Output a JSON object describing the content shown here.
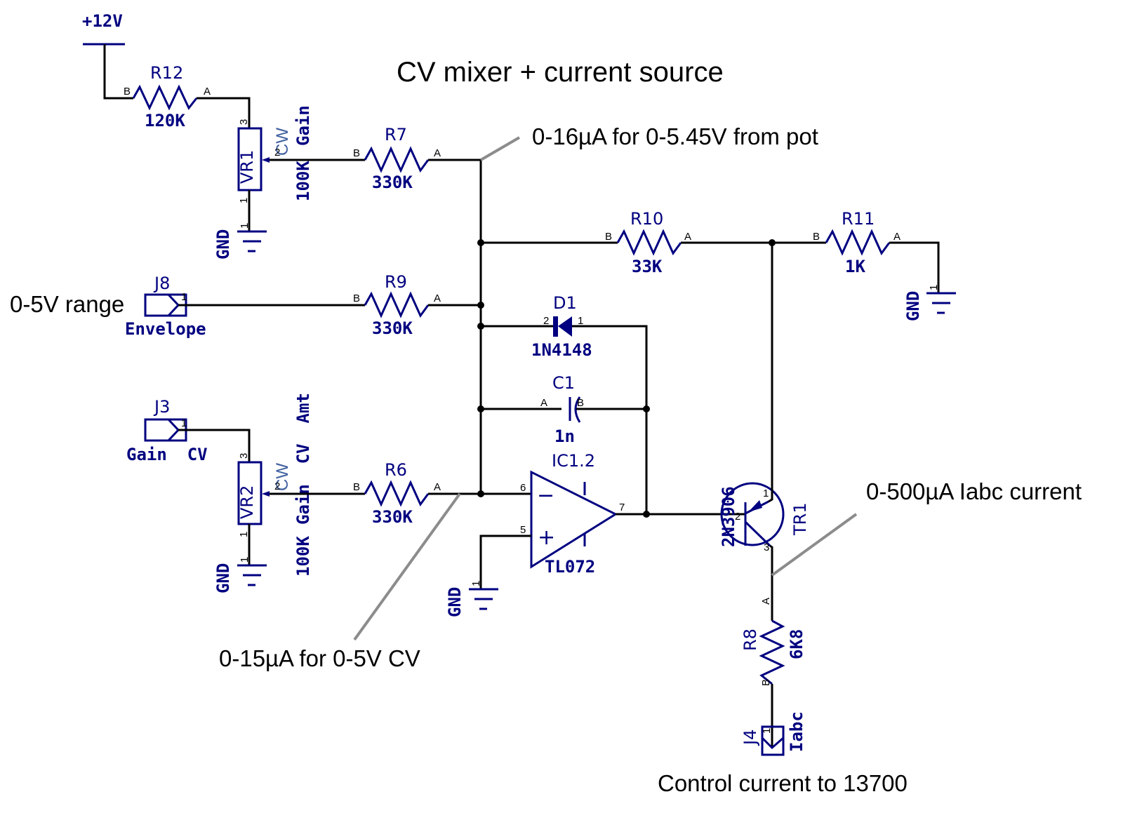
{
  "title": "CV mixer + current source",
  "colors": {
    "wire": "#000000",
    "component": "#000080",
    "leader": "#8c8c8c",
    "background": "#ffffff"
  },
  "annotations": {
    "pot_current": "0-16µA for 0-5.45V from pot",
    "envelope_range": "0-5V range",
    "cv_current": "0-15µA for 0-5V CV",
    "iabc_current": "0-500µA Iabc current",
    "control_current": "Control current to 13700"
  },
  "power": {
    "vcc_label": "+12V",
    "gnd_label": "GND"
  },
  "components": {
    "R12": {
      "ref": "R12",
      "value": "120K",
      "pin_b": "B",
      "pin_a": "A"
    },
    "VR1": {
      "ref": "VR1",
      "value": "100K",
      "function": "Gain",
      "cw": "CW",
      "pin1": "1",
      "pin2": "2",
      "pin3": "3"
    },
    "R7": {
      "ref": "R7",
      "value": "330K",
      "pin_b": "B",
      "pin_a": "A"
    },
    "R10": {
      "ref": "R10",
      "value": "33K",
      "pin_b": "B",
      "pin_a": "A"
    },
    "R11": {
      "ref": "R11",
      "value": "1K",
      "pin_b": "B",
      "pin_a": "A"
    },
    "J8": {
      "ref": "J8",
      "label": "Envelope",
      "pin": "1"
    },
    "R9": {
      "ref": "R9",
      "value": "330K",
      "pin_b": "B",
      "pin_a": "A"
    },
    "D1": {
      "ref": "D1",
      "value": "1N4148",
      "pin_k": "2",
      "pin_a": "1"
    },
    "C1": {
      "ref": "C1",
      "value": "1n",
      "pin_a": "A",
      "pin_b": "B"
    },
    "J3": {
      "ref": "J3",
      "label": "Gain  CV",
      "pin": "1"
    },
    "VR2": {
      "ref": "VR2",
      "value": "100K",
      "function": "Gain  CV  Amt",
      "cw": "CW",
      "pin1": "1",
      "pin2": "2",
      "pin3": "3"
    },
    "R6": {
      "ref": "R6",
      "value": "330K",
      "pin_b": "B",
      "pin_a": "A"
    },
    "IC1": {
      "ref": "IC1.2",
      "value": "TL072",
      "pin_inv": "6",
      "pin_noninv": "5",
      "pin_out": "7",
      "minus": "−",
      "plus": "+"
    },
    "TR1": {
      "ref": "TR1",
      "value": "2N3906",
      "pin_base": "2",
      "pin_emitter": "1",
      "pin_collector": "3"
    },
    "R8": {
      "ref": "R8",
      "value": "6K8",
      "pin_a": "A",
      "pin_b": "B"
    },
    "J4": {
      "ref": "J4",
      "label": "Iabc",
      "pin": "1"
    }
  },
  "gnd_pin": "1"
}
